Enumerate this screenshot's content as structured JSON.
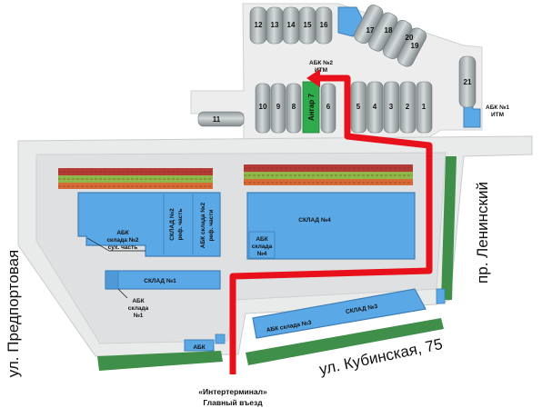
{
  "colors": {
    "background": "#ffffff",
    "ground": "#e9eaea",
    "ground_edge": "#c9cbcc",
    "warehouse": "#5ba8e6",
    "warehouse_edge": "#3f7fb8",
    "tank": "#b9c0c2",
    "tank_dark": "#8e9799",
    "hangar7": "#2faa4d",
    "route": "#e8101a",
    "green_strip": "#3f8f4a",
    "label": "#111111"
  },
  "streets": {
    "left": "ул. Предпортовая",
    "right": "пр. Ленинский",
    "bottom": "ул. Кубинская, 75"
  },
  "entrance": {
    "line1": "«Интертерминал»",
    "line2": "Главный въезд"
  },
  "buildings": {
    "abk_itm2": [
      "АБК №2",
      "ИТМ"
    ],
    "abk_itm1": [
      "АБК №1",
      "ИТМ"
    ],
    "hangar7": "Ангар 7",
    "abk_sklad2": [
      "АБК",
      "склада №2",
      "сух. часть"
    ],
    "sklad2_ref": [
      "СКЛАД №2",
      "реф. часть"
    ],
    "abk_sklad2_ref": [
      "АБК склада №2",
      "реф. части"
    ],
    "sklad4": "СКЛАД №4",
    "abk_sklad4": [
      "АБК",
      "склада",
      "№4"
    ],
    "sklad1": "СКЛАД №1",
    "abk_sklad1": [
      "АБК",
      "склада",
      "№1"
    ],
    "abk_gate": "АБК",
    "abk_sklad3": "АБК склада №3",
    "sklad3": "СКЛАД №3"
  },
  "tanks": {
    "top_row": [
      "12",
      "13",
      "14",
      "15",
      "16"
    ],
    "diagonal": [
      "17",
      "18",
      "20",
      "19"
    ],
    "mid_left": [
      "10",
      "9",
      "8"
    ],
    "mid_right": [
      "6"
    ],
    "right_row": [
      "5",
      "4",
      "3",
      "2",
      "1"
    ],
    "small": "11",
    "tall": "21"
  }
}
